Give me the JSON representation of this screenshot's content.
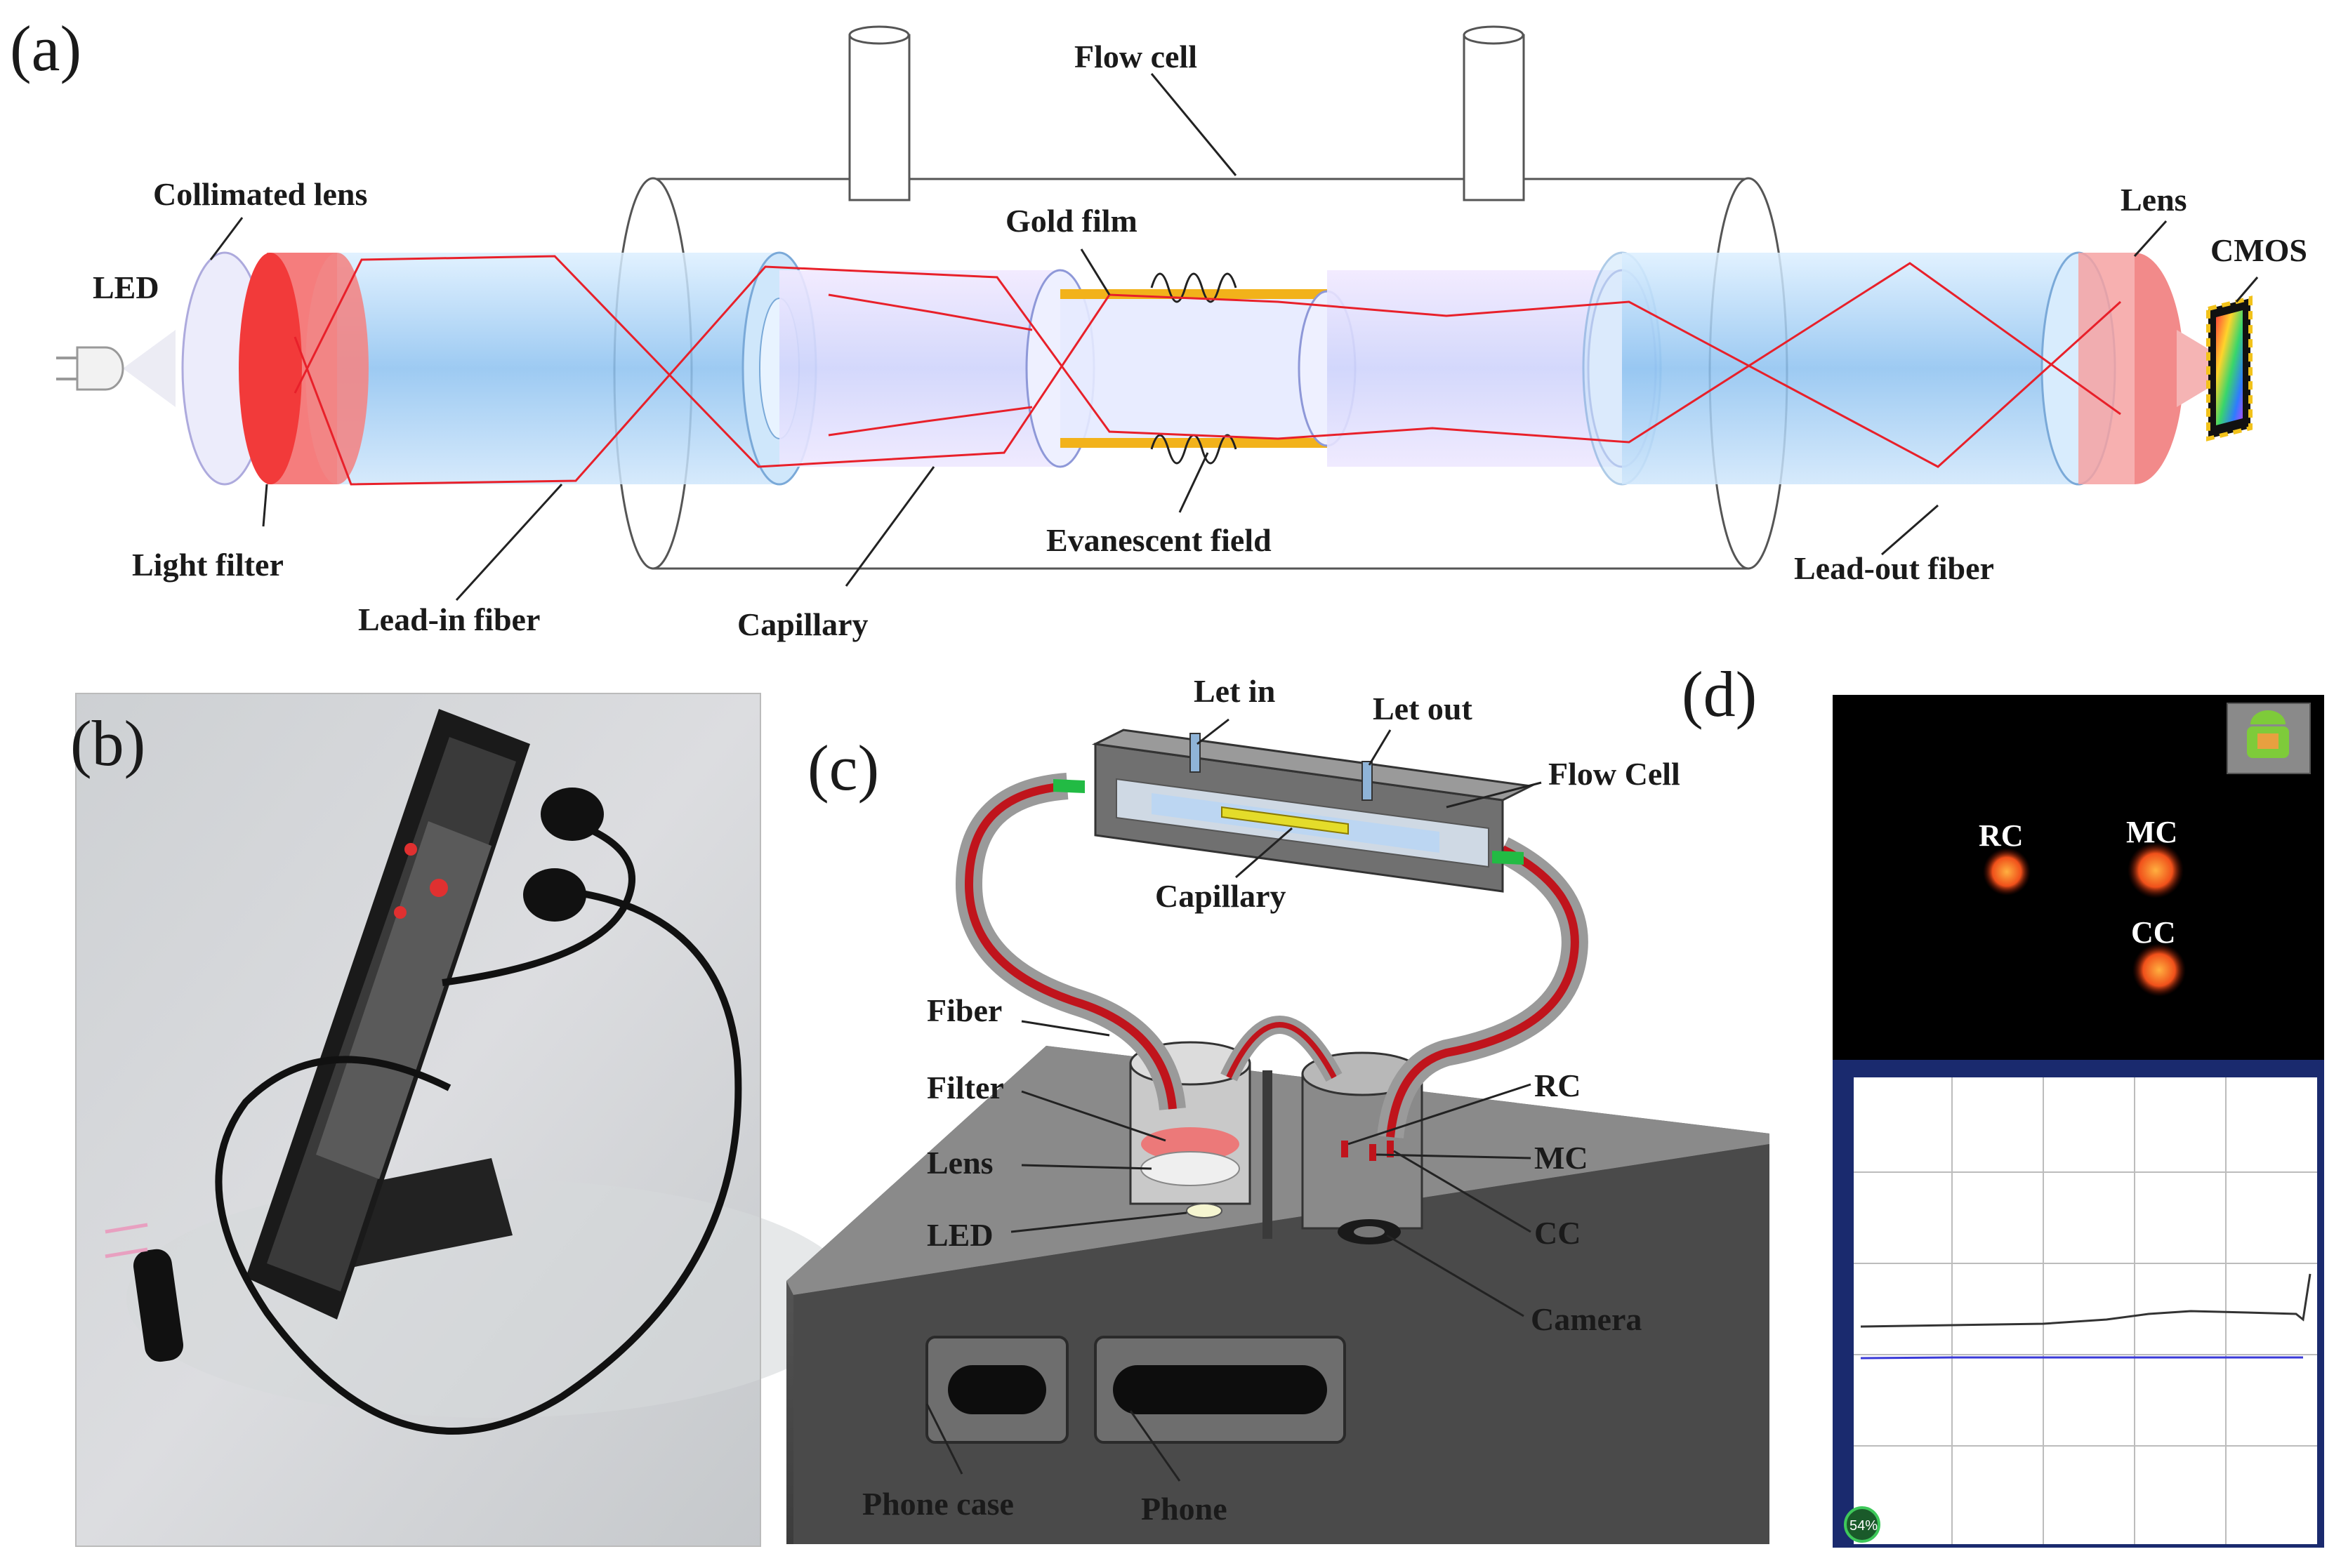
{
  "panels": {
    "a": "(a)",
    "b": "(b)",
    "c": "(c)",
    "d": "(d)"
  },
  "panel_a": {
    "led": "LED",
    "collimated_lens": "Collimated lens",
    "light_filter": "Light filter",
    "lead_in_fiber": "Lead-in fiber",
    "flow_cell": "Flow cell",
    "gold_film": "Gold film",
    "capillary": "Capillary",
    "evanescent_field": "Evanescent field",
    "lead_out_fiber": "Lead-out fiber",
    "lens": "Lens",
    "cmos": "CMOS"
  },
  "panel_c": {
    "let_in": "Let in",
    "let_out": "Let out",
    "flow_cell": "Flow Cell",
    "capillary": "Capillary",
    "fiber": "Fiber",
    "filter": "Filter",
    "lens": "Lens",
    "led": "LED",
    "rc": "RC",
    "mc": "MC",
    "cc": "CC",
    "camera": "Camera",
    "phone_case": "Phone case",
    "phone": "Phone"
  },
  "panel_d": {
    "rc": "RC",
    "mc": "MC",
    "cc": "CC",
    "progress": "54%"
  },
  "colors": {
    "ray": "#e8202a",
    "gold": "#f2b21a",
    "fiber_blue": "#8fc4f2",
    "filter_red": "#f23a3a",
    "cable_red": "#c0141c"
  }
}
